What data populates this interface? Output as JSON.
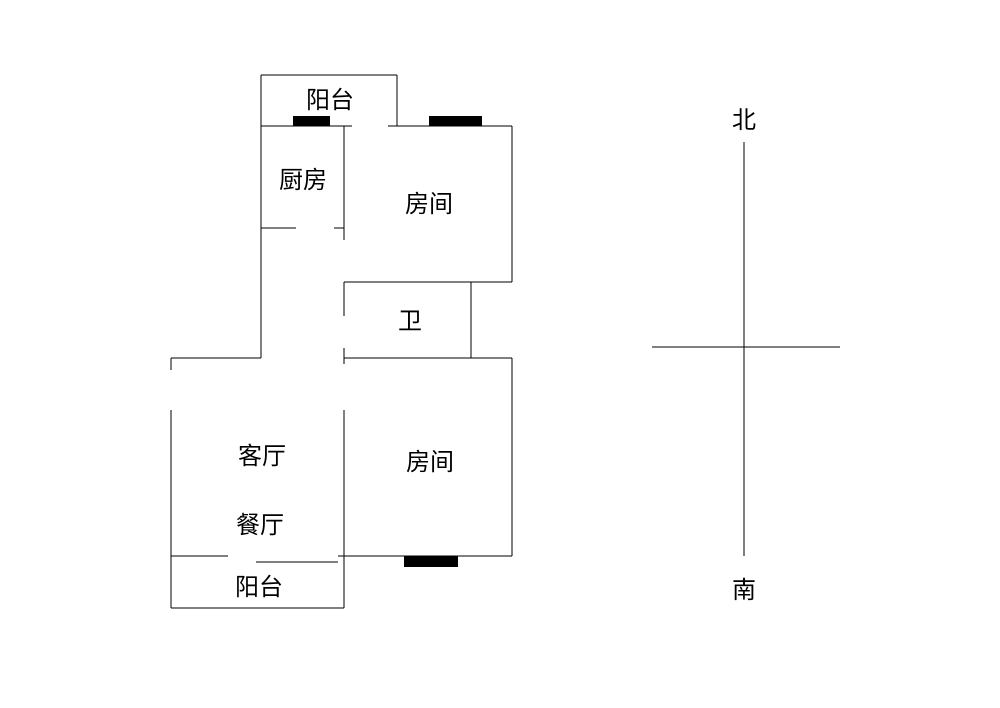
{
  "rooms": {
    "balcony_north": "阳台",
    "kitchen": "厨房",
    "bedroom_north": "房间",
    "bathroom": "卫",
    "living_room": "客厅",
    "dining_room": "餐厅",
    "bedroom_south": "房间",
    "balcony_south": "阳台"
  },
  "compass": {
    "north": "北",
    "south": "南"
  }
}
